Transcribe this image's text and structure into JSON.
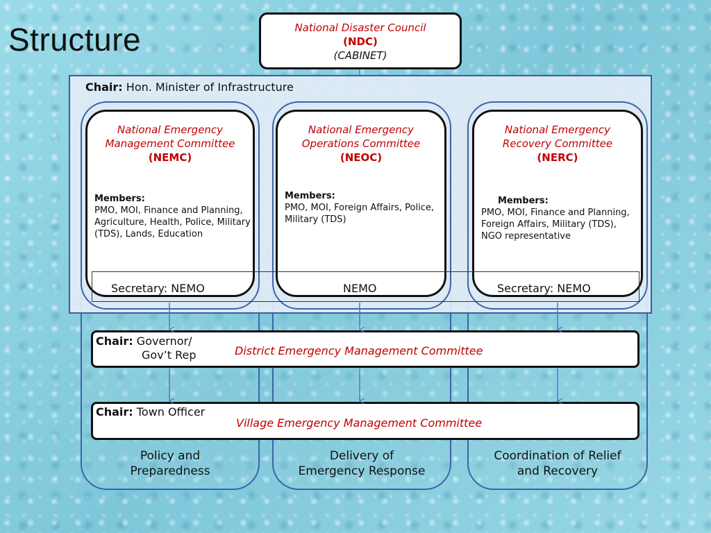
{
  "page": {
    "title": "Structure"
  },
  "ndc": {
    "line1": "National Disaster Council",
    "line2": "(NDC)",
    "line3": "(CABINET)"
  },
  "national_chair": {
    "label": "Chair:",
    "value": "Hon. Minister of Infrastructure"
  },
  "committees": [
    {
      "name_line1": "National Emergency",
      "name_line2": "Management Committee",
      "abbr": "(NEMC)",
      "members_label": "Members:",
      "members": "PMO, MOI, Finance and Planning, Agriculture, Health, Police, Military (TDS), Lands, Education",
      "secretary": "Secretary: NEMO"
    },
    {
      "name_line1": "National Emergency",
      "name_line2": "Operations Committee",
      "abbr": "(NEOC)",
      "members_label": "Members:",
      "members": "PMO, MOI, Foreign Affairs, Police, Military (TDS)",
      "secretary": "NEMO"
    },
    {
      "name_line1": "National Emergency",
      "name_line2": "Recovery Committee",
      "abbr": "(NERC)",
      "members_label": "Members:",
      "members": "PMO, MOI, Finance and Planning, Foreign Affairs, Military (TDS), NGO representative",
      "secretary": "Secretary: NEMO"
    }
  ],
  "district": {
    "chair_label": "Chair:",
    "chair_line1": "Governor/",
    "chair_line2": "Gov’t Rep",
    "name": "District Emergency Management Committee"
  },
  "village": {
    "chair_label": "Chair:",
    "chair_value": "Town Officer",
    "name": "Village Emergency Management Committee"
  },
  "pillars": [
    {
      "line1": "Policy and",
      "line2": "Preparedness"
    },
    {
      "line1": "Delivery of",
      "line2": "Emergency Response"
    },
    {
      "line1": "Coordination of Relief",
      "line2": "and Recovery"
    }
  ],
  "colors": {
    "accent_red": "#c00000",
    "line_blue": "#3d63a8",
    "arrow_blue": "#4a7bc4"
  }
}
